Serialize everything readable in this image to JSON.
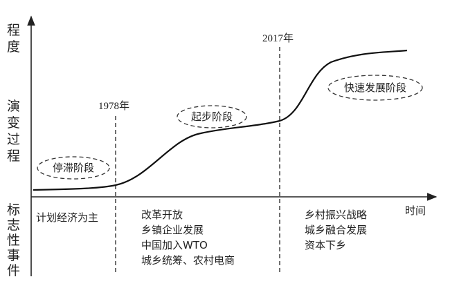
{
  "diagram": {
    "y_axis_label": "程度",
    "y_axis_title_chars": [
      "演",
      "变",
      "过",
      "程"
    ],
    "x_axis_label": "时间",
    "row_label_chars": [
      "标",
      "志",
      "性",
      "事",
      "件"
    ],
    "years": [
      {
        "label": "1978年"
      },
      {
        "label": "2017年"
      }
    ],
    "stages": [
      {
        "label": "停滞阶段"
      },
      {
        "label": "起步阶段"
      },
      {
        "label": "快速发展阶段"
      }
    ],
    "events": {
      "period1": [
        "计划经济为主"
      ],
      "period2": [
        "改革开放",
        "乡镇企业发展",
        "中国加入WTO",
        "城乡统筹、农村电商"
      ],
      "period3": [
        "乡村振兴战略",
        "城乡融合发展",
        "资本下乡"
      ]
    }
  }
}
